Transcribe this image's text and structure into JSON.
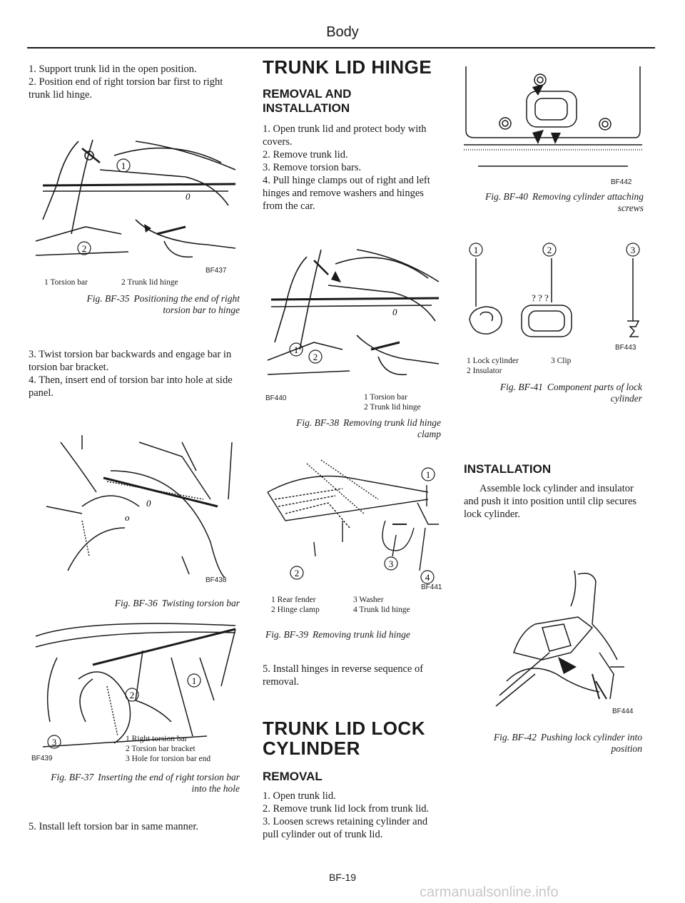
{
  "header": {
    "title": "Body"
  },
  "col1": {
    "steps_top": [
      "1.  Support trunk lid in the open position.",
      "2.  Position end of right torsion bar first to right trunk lid hinge."
    ],
    "fig35": {
      "code": "BF437",
      "legend": [
        "1  Torsion bar",
        "2  Trunk lid hinge"
      ],
      "caption_num": "Fig. BF-35",
      "caption_text": "Positioning the end of right torsion bar to hinge",
      "callouts": [
        "1",
        "2"
      ]
    },
    "steps_mid": [
      "3.  Twist torsion bar backwards and engage bar in torsion bar bracket.",
      "4.  Then, insert end of torsion bar into hole at side panel."
    ],
    "fig36": {
      "code": "BF438",
      "caption_num": "Fig. BF-36",
      "caption_text": "Twisting torsion bar"
    },
    "fig37": {
      "code": "BF439",
      "legend": [
        "1  Right torsion bar",
        "2  Torsion bar bracket",
        "3  Hole for torsion bar end"
      ],
      "caption_num": "Fig. BF-37",
      "caption_text": "Inserting the end of right torsion bar into the hole",
      "callouts": [
        "1",
        "2",
        "3"
      ]
    },
    "steps_bottom": [
      "5.  Install left torsion bar in same manner."
    ]
  },
  "col2": {
    "title": "TRUNK LID HINGE",
    "sub1": "REMOVAL AND INSTALLATION",
    "steps1": [
      "1.  Open trunk lid and protect body with covers.",
      "2.  Remove trunk lid.",
      "3.  Remove torsion bars.",
      "4.  Pull hinge clamps out of right and left hinges and remove washers and hinges from the car."
    ],
    "fig38": {
      "code": "BF440",
      "legend": [
        "1  Torsion bar",
        "2  Trunk lid hinge"
      ],
      "caption_num": "Fig. BF-38",
      "caption_text": "Removing trunk lid hinge clamp",
      "callouts": [
        "1",
        "2"
      ]
    },
    "fig39": {
      "code": "BF441",
      "legend_left": [
        "1  Rear fender",
        "2  Hinge clamp"
      ],
      "legend_right": [
        "3  Washer",
        "4  Trunk lid hinge"
      ],
      "caption_num": "Fig. BF-39",
      "caption_text": "Removing trunk lid hinge",
      "callouts": [
        "1",
        "2",
        "3",
        "4"
      ]
    },
    "steps2": [
      "5.  Install hinges in reverse sequence of removal."
    ],
    "title2": "TRUNK LID LOCK CYLINDER",
    "sub2": "REMOVAL",
    "steps3": [
      "1.  Open trunk lid.",
      "2.  Remove trunk lid lock from trunk lid.",
      "3.  Loosen screws retaining cylinder and pull cylinder out of trunk lid."
    ]
  },
  "col3": {
    "fig40": {
      "code": "BF442",
      "caption_num": "Fig. BF-40",
      "caption_text": "Removing cylinder attaching screws"
    },
    "fig41": {
      "code": "BF443",
      "legend_left": [
        "1  Lock cylinder",
        "2  Insulator"
      ],
      "legend_right": [
        "3  Clip"
      ],
      "caption_num": "Fig. BF-41",
      "caption_text": "Component parts of lock cylinder",
      "callouts": [
        "1",
        "2",
        "3"
      ]
    },
    "sub3": "INSTALLATION",
    "install_text": "Assemble lock cylinder and insulator and push it into position until clip secures lock cylinder.",
    "fig42": {
      "code": "BF444",
      "caption_num": "Fig. BF-42",
      "caption_text": "Pushing lock cylinder into position"
    }
  },
  "footer": {
    "page": "BF-19"
  },
  "watermark": "carmanualsonline.info"
}
